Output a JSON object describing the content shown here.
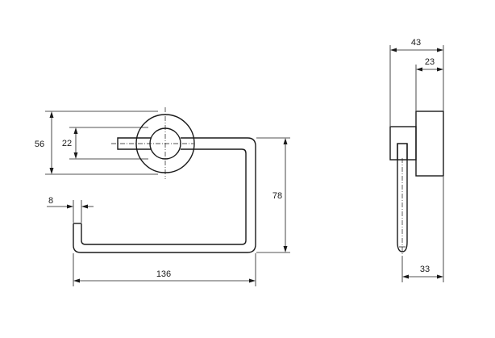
{
  "dimensions": {
    "height_outer": "56",
    "height_inner": "22",
    "gap": "8",
    "width_total": "136",
    "height_rail": "78",
    "depth_total": "43",
    "depth_plate": "23",
    "depth_bottom": "33"
  }
}
